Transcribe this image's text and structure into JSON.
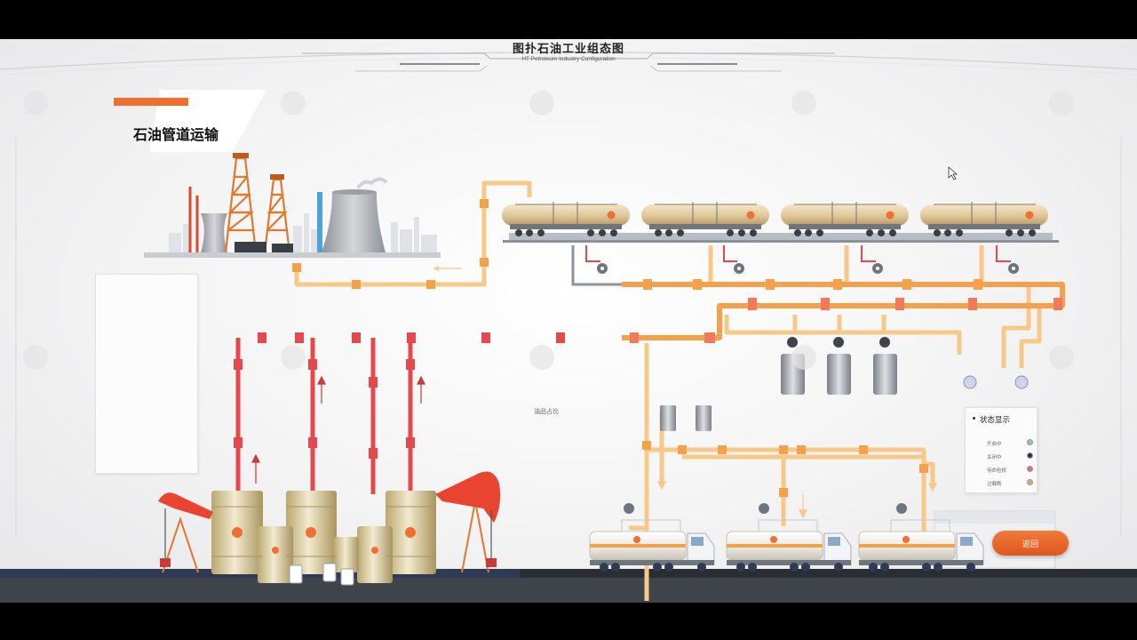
{
  "header": {
    "title": "图扑石油工业组态图",
    "subtitle": "HT Petroleum Industry Configuration"
  },
  "section": {
    "title": "石油管道运输"
  },
  "diagram": {
    "mid_label": "油品占比"
  },
  "legend": {
    "title": "状态显示",
    "items": [
      {
        "label": "开启中",
        "color": "#7fc6c0"
      },
      {
        "label": "关闭中",
        "color": "#2a3050"
      },
      {
        "label": "待命检修",
        "color": "#e06a85"
      },
      {
        "label": "过载断",
        "color": "#d6a57a"
      }
    ]
  },
  "buttons": {
    "back_label": "返回"
  },
  "colors": {
    "accent_orange": "#f5a04a",
    "pipe_red": "#e5484d",
    "pipe_light": "#f6c98a",
    "tank_gold": "#d8c79a"
  }
}
